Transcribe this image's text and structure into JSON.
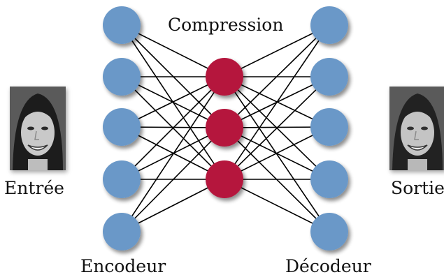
{
  "labels": {
    "compression": "Compression",
    "entree": "Entrée",
    "sortie": "Sortie",
    "encodeur": "Encodeur",
    "decodeur": "Décodeur"
  },
  "network": {
    "input_nodes": 5,
    "bottleneck_nodes": 3,
    "output_nodes": 5
  },
  "colors": {
    "outer_node": "#6b98c8",
    "bottleneck_node": "#b5173e",
    "edge": "#000000"
  },
  "images": {
    "input_face": "grayscale-face-photo",
    "output_face": "grayscale-face-photo"
  }
}
